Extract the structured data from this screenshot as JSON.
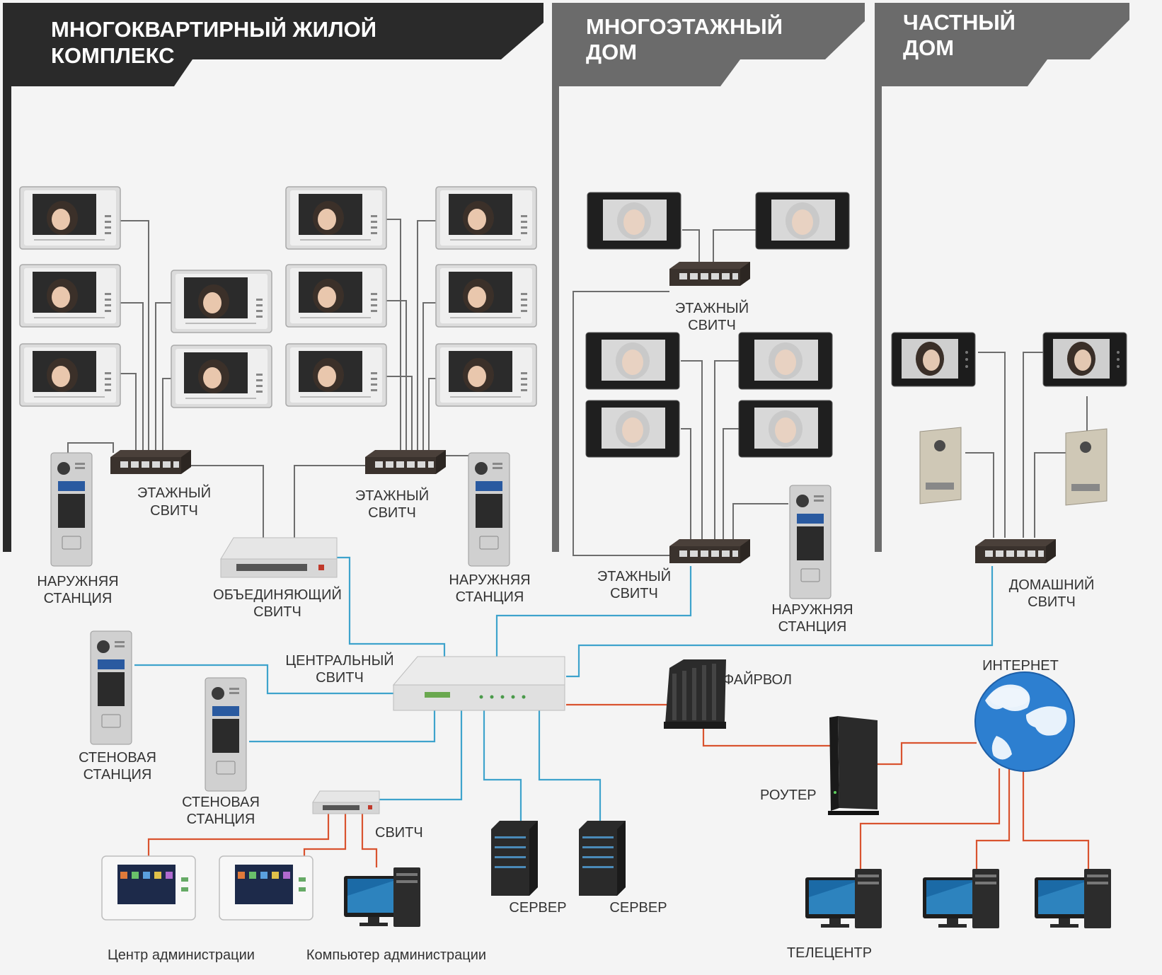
{
  "sections": {
    "complex": {
      "title_line1": "МНОГОКВАРТИРНЫЙ ЖИЛОЙ",
      "title_line2": "КОМПЛЕКС"
    },
    "highrise": {
      "title_line1": "МНОГОЭТАЖНЫЙ",
      "title_line2": "ДОМ"
    },
    "private": {
      "title_line1": "ЧАСТНЫЙ",
      "title_line2": "ДОМ"
    }
  },
  "labels": {
    "floor_switch_1": [
      "ЭТАЖНЫЙ",
      "СВИТЧ"
    ],
    "floor_switch_2": [
      "ЭТАЖНЫЙ",
      "СВИТЧ"
    ],
    "floor_switch_3": [
      "ЭТАЖНЫЙ",
      "СВИТЧ"
    ],
    "floor_switch_4": [
      "ЭТАЖНЫЙ",
      "СВИТЧ"
    ],
    "outdoor_station_1": [
      "НАРУЖНЯЯ",
      "СТАНЦИЯ"
    ],
    "outdoor_station_2": [
      "НАРУЖНЯЯ",
      "СТАНЦИЯ"
    ],
    "outdoor_station_3": [
      "НАРУЖНЯЯ",
      "СТАНЦИЯ"
    ],
    "combining_switch": [
      "ОБЪЕДИНЯЮЩИЙ",
      "СВИТЧ"
    ],
    "home_switch": [
      "ДОМАШНИЙ",
      "СВИТЧ"
    ],
    "central_switch": [
      "ЦЕНТРАЛЬНЫЙ",
      "СВИТЧ"
    ],
    "wall_station_1": [
      "СТЕНОВАЯ",
      "СТАНЦИЯ"
    ],
    "wall_station_2": [
      "СТЕНОВАЯ",
      "СТАНЦИЯ"
    ],
    "switch": "СВИТЧ",
    "firewall": "ФАЙРВОЛ",
    "internet": "ИНТЕРНЕТ",
    "router": "РОУТЕР",
    "server_1": "СЕРВЕР",
    "server_2": "СЕРВЕР",
    "admin_center": "Центр администрации",
    "admin_computer": "Компьютер администрации",
    "telecenter": "ТЕЛЕЦЕНТР"
  },
  "colors": {
    "header_dark": "#2a2a2a",
    "header_gray": "#6b6b6b",
    "lan_wire": "#3ea3cc",
    "wan_wire": "#d9532f",
    "local_wire": "#6d6d6d"
  },
  "icons": {
    "monitor_white": "video-monitor-white-icon",
    "monitor_black": "video-monitor-black-icon",
    "switch": "network-switch-icon",
    "door_panel": "door-panel-icon",
    "server": "server-icon",
    "pc": "desktop-computer-icon",
    "globe": "globe-icon",
    "router": "router-icon",
    "firewall": "firewall-icon",
    "touch_panel": "touch-panel-icon"
  }
}
